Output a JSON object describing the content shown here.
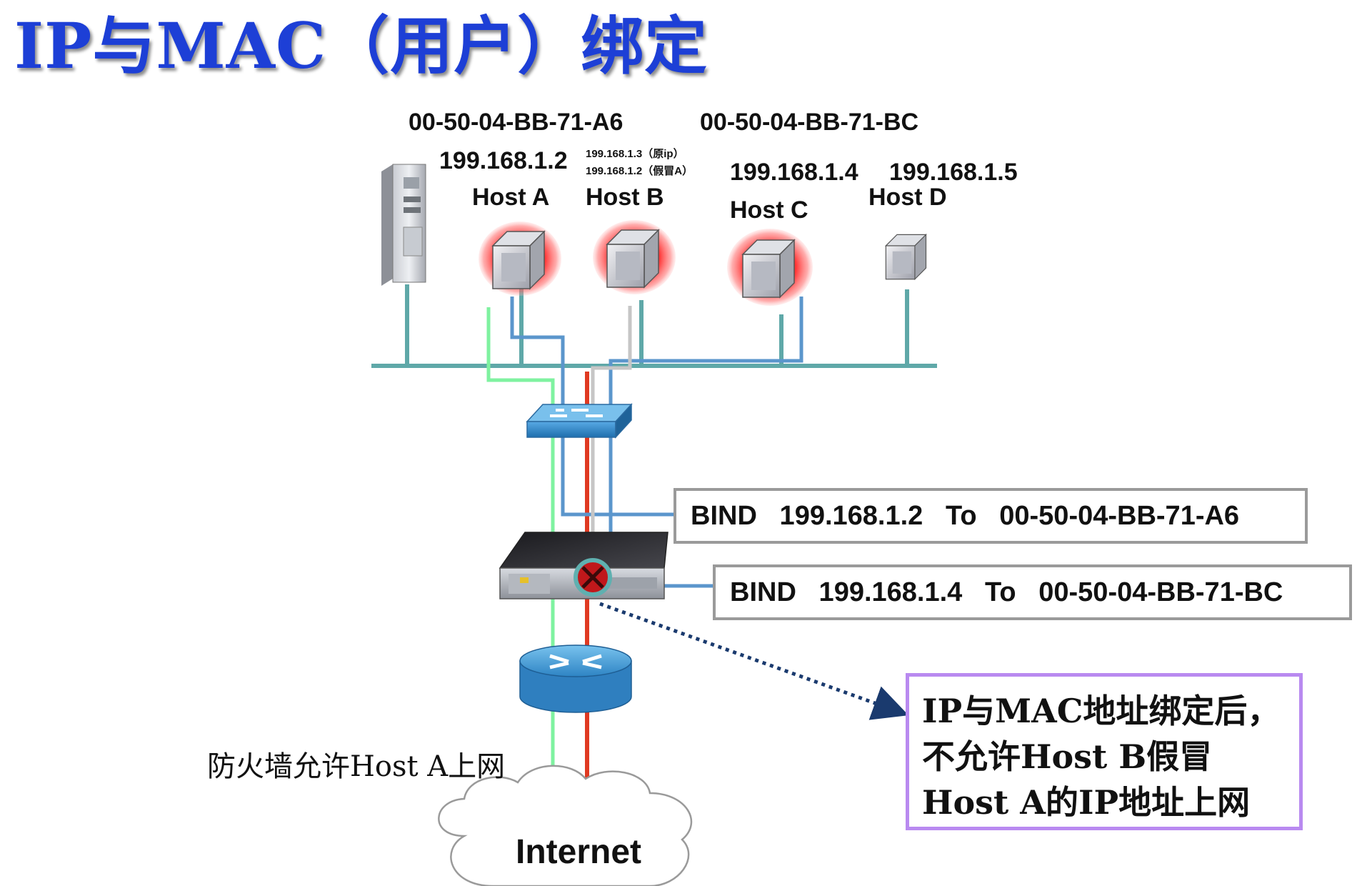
{
  "title": "IP与MAC（用户）绑定",
  "hosts": {
    "a": {
      "mac": "00-50-04-BB-71-A6",
      "ip": "199.168.1.2",
      "name": "Host A"
    },
    "b": {
      "ip_original": "199.168.1.3（原ip）",
      "ip_spoofed": "199.168.1.2（假冒A）",
      "name": "Host B"
    },
    "c": {
      "mac": "00-50-04-BB-71-BC",
      "ip": "199.168.1.4",
      "name": "Host C"
    },
    "d": {
      "ip": "199.168.1.5",
      "name": "Host D"
    }
  },
  "bindings": [
    {
      "text": "BIND   199.168.1.2   To   00-50-04-BB-71-A6"
    },
    {
      "text": "BIND   199.168.1.4   To   00-50-04-BB-71-BC"
    }
  ],
  "note_lines": [
    "IP与MAC地址绑定后，",
    "不允许Host B假冒",
    "Host A的IP地址上网"
  ],
  "allow_caption": "防火墙允许Host A上网",
  "internet_label": "Internet",
  "colors": {
    "title": "#1d3fd6",
    "lan_bus": "#5fa8a8",
    "uplink": "#e03a22",
    "host_a_path": "#7ff2a0",
    "host_a_bind_path": "#5b96cc",
    "host_b_path": "#c6c6c6",
    "note_border": "#b98af0",
    "bind_border": "#9a9a9a",
    "blocked_marker": "#c0181b"
  },
  "icons": [
    "server-icon",
    "host-computer-icon",
    "switch-icon",
    "firewall-icon",
    "router-icon",
    "cloud-icon",
    "blocked-x-icon"
  ]
}
